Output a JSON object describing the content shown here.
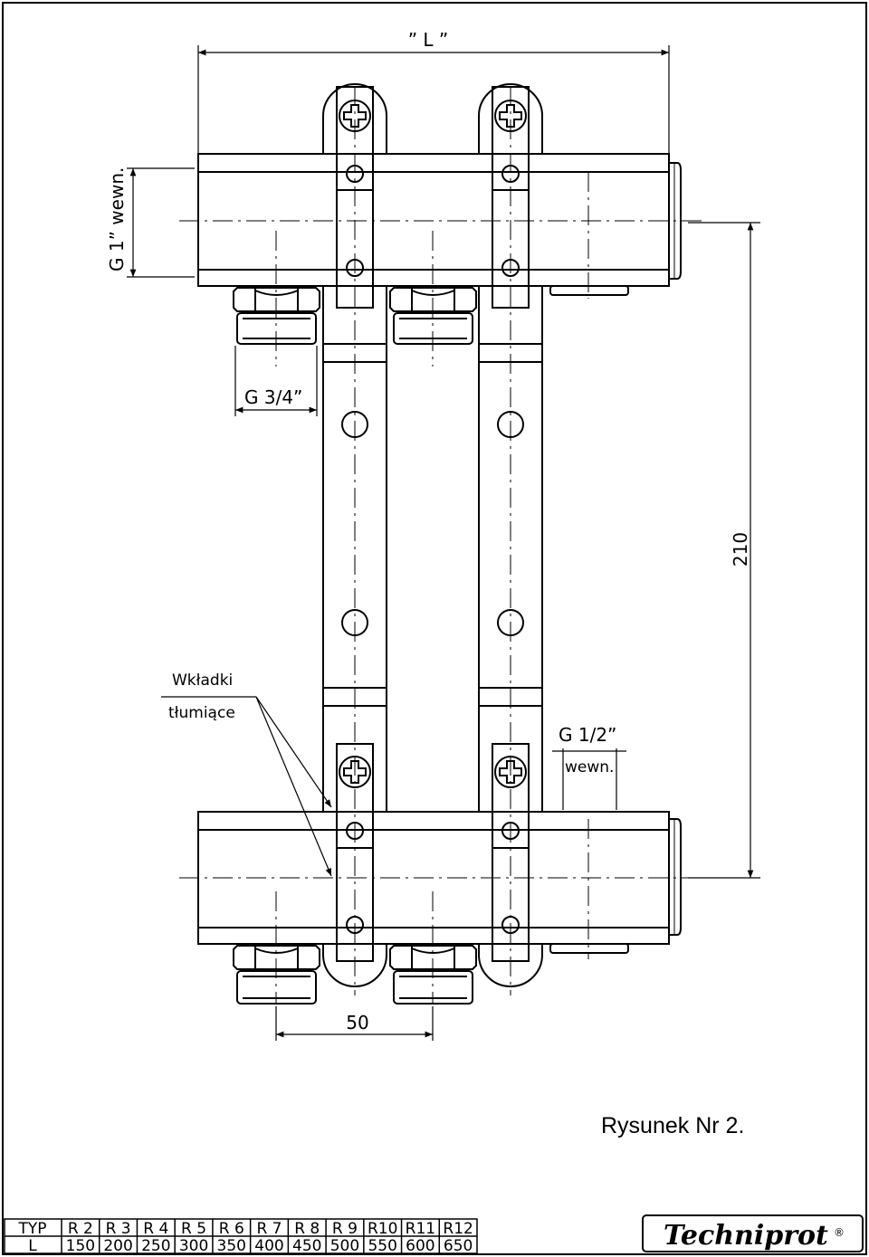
{
  "dimensions": {
    "length_label": "” L ”",
    "inlet_thread": "G 1” wewn.",
    "outlet_thread": "G 3/4”",
    "height_label": "210",
    "spacing_label": "50",
    "vent_thread_line1": "G 1/2”",
    "vent_thread_line2": "wewn."
  },
  "note": {
    "line1": "Wkładki",
    "line2": "tłumiące"
  },
  "figure_title": "Rysunek Nr 2.",
  "table": {
    "row_headers": [
      "TYP",
      "L"
    ],
    "types": [
      "R 2",
      "R 3",
      "R 4",
      "R 5",
      "R 6",
      "R 7",
      "R 8",
      "R 9",
      "R10",
      "R11",
      "R12"
    ],
    "lengths": [
      "150",
      "200",
      "250",
      "300",
      "350",
      "400",
      "450",
      "500",
      "550",
      "600",
      "650"
    ]
  },
  "logo": {
    "text": "Techniprot",
    "mark": "®"
  }
}
